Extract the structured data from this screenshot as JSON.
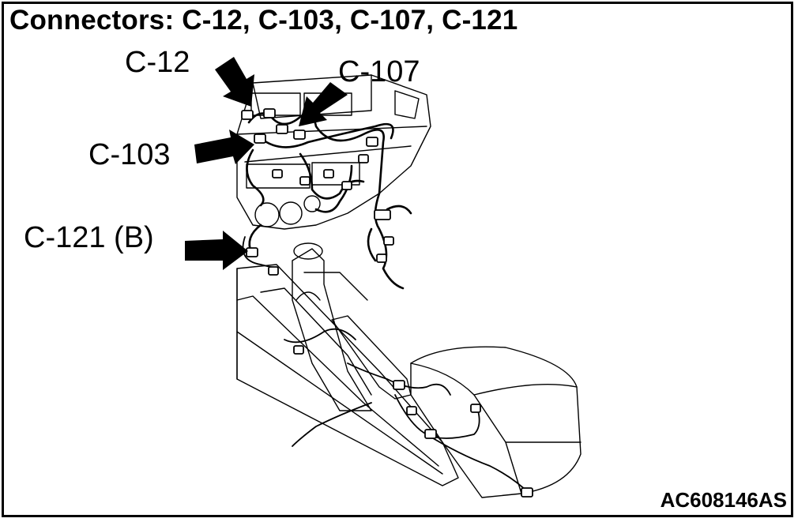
{
  "title": "Connectors: C-12, C-103, C-107, C-121",
  "callouts": {
    "c12": "C-12",
    "c107": "C-107",
    "c103": "C-103",
    "c121": "C-121 (B)"
  },
  "figure_id": "AC608146AS"
}
